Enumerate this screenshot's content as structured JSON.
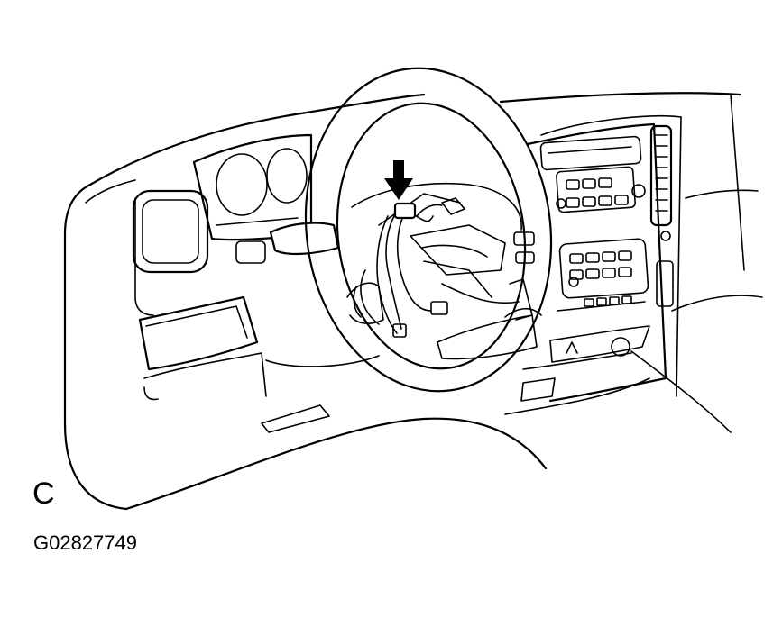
{
  "figure": {
    "view_letter": "C",
    "figure_code": "G02827749",
    "line_color": "#000000",
    "background_color": "#ffffff",
    "pointer": "down-arrow"
  }
}
